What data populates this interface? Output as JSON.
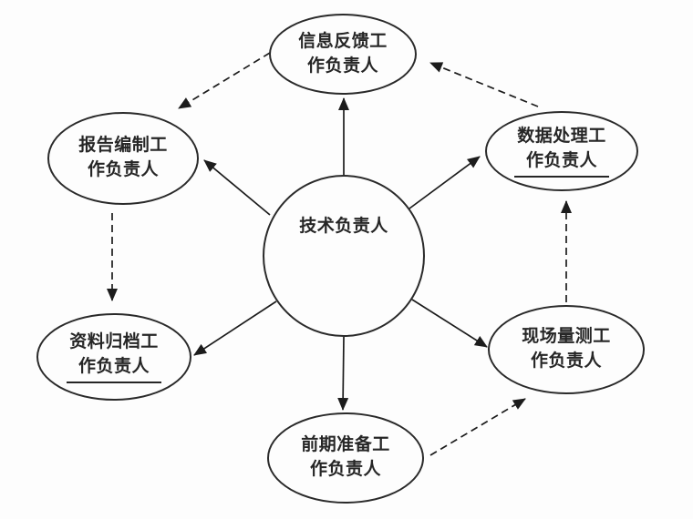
{
  "diagram": {
    "title": "technical-lead-responsibility-diagram",
    "center": {
      "label": "技术负责人"
    },
    "nodes": {
      "top": {
        "label": "信息反馈工\n作负责人",
        "underline": false
      },
      "top_left": {
        "label": "报告编制工\n作负责人",
        "underline": false
      },
      "top_right": {
        "label": "数据处理工\n作负责人",
        "underline": true
      },
      "bottom_left": {
        "label": "资料归档工\n作负责人",
        "underline": true
      },
      "bottom_right": {
        "label": "现场量测工\n作负责人",
        "underline": false
      },
      "bottom": {
        "label": "前期准备工\n作负责人",
        "underline": false
      }
    },
    "edges": {
      "solid_from_center_to": [
        "信息反馈工作负责人",
        "报告编制工作负责人",
        "数据处理工作负责人",
        "资料归档工作负责人",
        "现场量测工作负责人",
        "前期准备工作负责人"
      ],
      "dashed_links": [
        {
          "from": "信息反馈工作负责人",
          "to": "报告编制工作负责人"
        },
        {
          "from": "报告编制工作负责人",
          "to": "资料归档工作负责人"
        },
        {
          "from": "前期准备工作负责人",
          "to": "现场量测工作负责人"
        },
        {
          "from": "现场量测工作负责人",
          "to": "数据处理工作负责人"
        },
        {
          "from": "数据处理工作负责人",
          "to": "信息反馈工作负责人"
        }
      ]
    },
    "colors": {
      "line": "#1c1c1c",
      "text": "#262626",
      "background": "#fdfdfd"
    }
  }
}
